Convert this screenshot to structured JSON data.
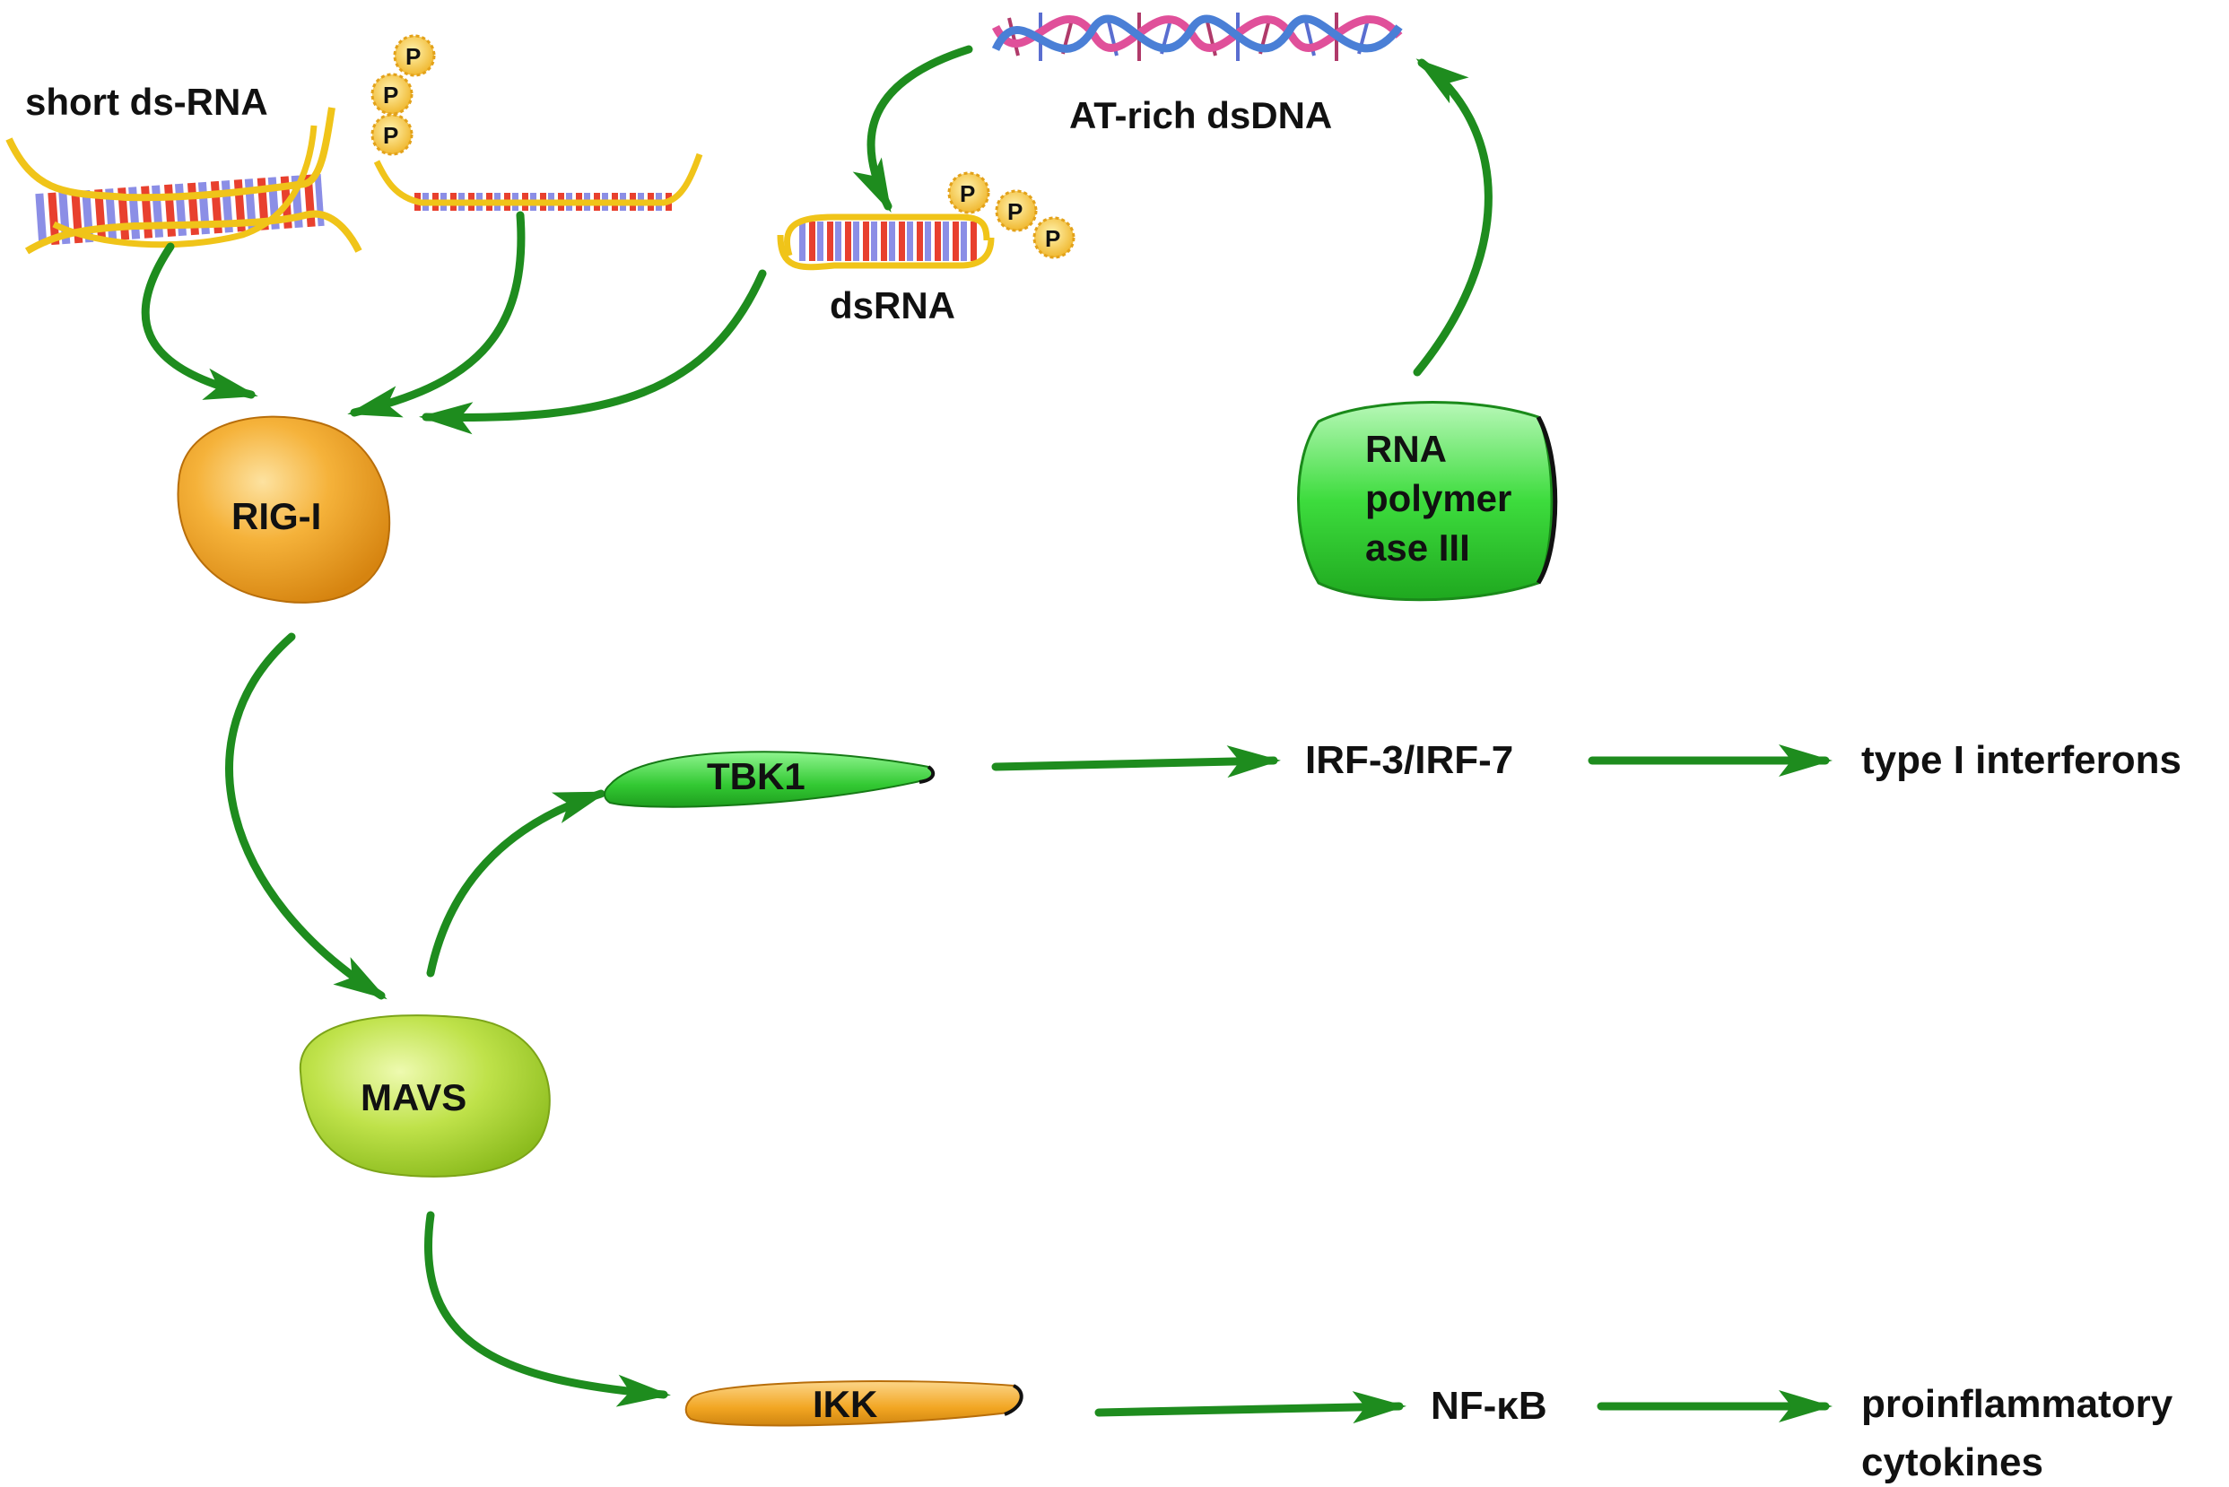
{
  "labels": {
    "short_dsrna": "short ds-RNA",
    "at_rich_dsdna": "AT-rich dsDNA",
    "dsrna": "dsRNA",
    "irf": "IRF-3/IRF-7",
    "type1_ifn": "type I interferons",
    "nfkb": "NF-κB",
    "proinflammatory_line1": "proinflammatory",
    "proinflammatory_line2": "cytokines"
  },
  "nodes": {
    "rigi": "RIG-I",
    "mavs": "MAVS",
    "tbk1": "TBK1",
    "ikk": "IKK",
    "rnapol_line1": "RNA",
    "rnapol_line2": "polymer",
    "rnapol_line3": "ase III"
  },
  "phosphate": "P",
  "colors": {
    "arrow": "#1e8c1e",
    "rigi": "#f2a623",
    "mavs": "#b3dc2e",
    "tbk1": "#3ed13e",
    "ikk": "#f2a623",
    "rnapol": "#38d938",
    "strand": "#f0c419",
    "base_red": "#e8402e",
    "base_blue": "#8b8ee6",
    "dna_pink": "#e0509a",
    "dna_blue": "#4a7fd6",
    "phosphate": "#f5c542"
  }
}
